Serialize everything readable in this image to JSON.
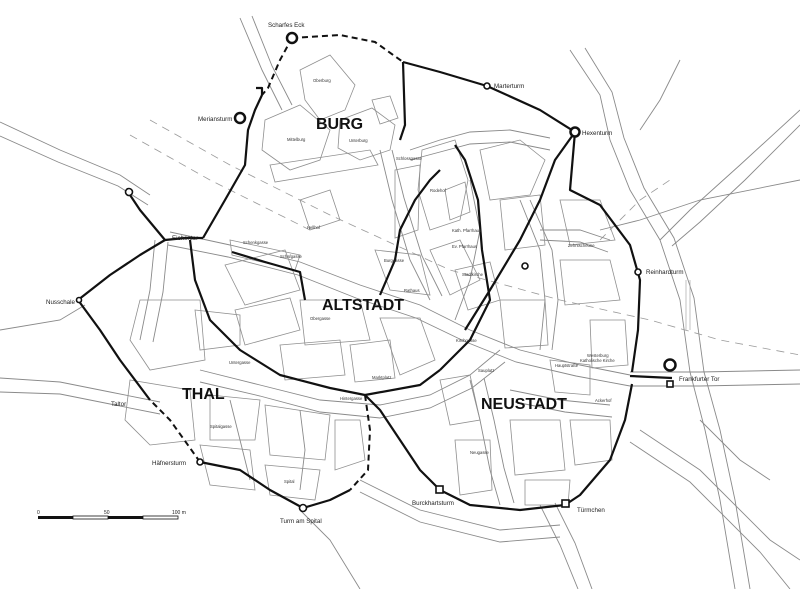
{
  "districts": {
    "burg": "BURG",
    "altstadt": "ALTSTADT",
    "thal": "THAL",
    "neustadt": "NEUSTADT"
  },
  "towers": {
    "scharfes_eck": "Scharfes Eck",
    "marterturm": "Marterturm",
    "meriansturm": "Meriansturm",
    "hexenturm": "Hexenturm",
    "reinhardturm": "Reinhardturm",
    "frankfurter_tor": "Frankfurter Tor",
    "nusschale": "Nusschale",
    "taltor": "Taltor",
    "haefnersturm": "Häfnersturm",
    "turm_am_spital": "Turm am Spital",
    "burckhartsturm": "Burckhartsturm",
    "tuermchen": "Türmchen",
    "eichentor": "Eichentor"
  },
  "places": {
    "oberburg": "Oberburg",
    "mittelburg": "Mittelburg",
    "unterburg": "Unterburg",
    "rodehof": "Rodehof",
    "hellhof": "Hellhof",
    "rathaus": "Rathaus",
    "stadtkirche": "Stadtkirche",
    "zehntscheune": "Zehntscheune",
    "westerburg": "Westerburg",
    "ackerhof": "Ackerhof",
    "spital": "Spital",
    "kath_pfarrhaus": "Kath. Pfarrhaus",
    "ev_pfarrhaus": "Ev. Pfarrhaus",
    "schenkgasse": "Schenkgasse",
    "schafgasse": "Schafgasse",
    "schlossgasse": "Schlossgasse",
    "marktplatz": "Marktplatz",
    "hauptstrasse": "Hauptstraße",
    "untergasse": "Untergasse",
    "obergasse": "Obergasse",
    "kirchgasse": "Kirchgasse",
    "spitalgasse": "Spitalgasse",
    "hintergasse": "Hintergasse",
    "sauplatz": "Sauplatz",
    "katholische_kirche": "Katholische Kirche",
    "neugasse": "Neugasse",
    "burggasse": "Burggasse"
  },
  "scale": {
    "zero": "0",
    "mid": "50",
    "end": "100 m"
  },
  "colors": {
    "wall": "#111111",
    "street": "#8a8a8a",
    "background": "#ffffff"
  }
}
